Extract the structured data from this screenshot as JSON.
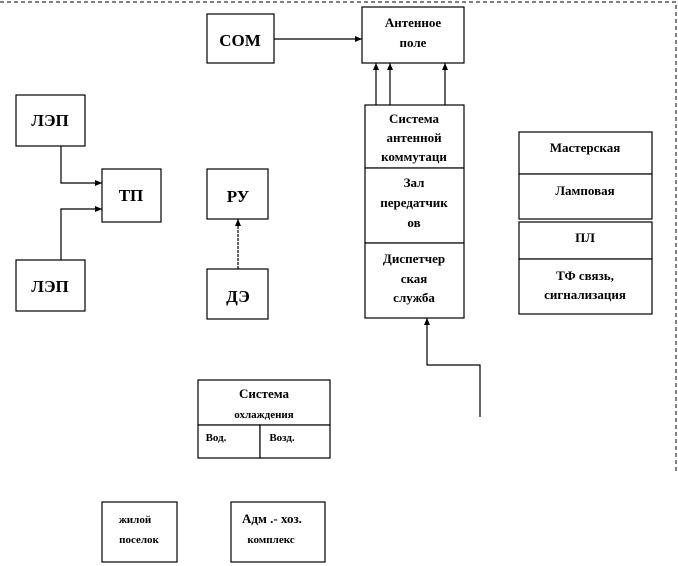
{
  "blocks": {
    "som": "СОМ",
    "antenna_field": [
      "Антенное",
      "поле"
    ],
    "antenna_switching": [
      "Система",
      "антенной",
      "коммутаци"
    ],
    "transmitter_hall": [
      "Зал",
      "передатчик",
      "ов"
    ],
    "dispatch": [
      "Диспетчер",
      "ская",
      "служба"
    ],
    "lep_top": "ЛЭП",
    "lep_bottom": "ЛЭП",
    "tp": "ТП",
    "ru": "РУ",
    "de": "ДЭ",
    "workshop": "Мастерская",
    "lamp_room": "Ламповая",
    "pl": "ПЛ",
    "tf": [
      "ТФ связь,",
      "сигнализация"
    ],
    "cooling": [
      "Система",
      "охлаждения"
    ],
    "cooling_water": "Вод.",
    "cooling_air": "Возд.",
    "village": [
      "жилой",
      "поселок"
    ],
    "admin": [
      "Адм .- хоз.",
      "комплекс"
    ]
  }
}
